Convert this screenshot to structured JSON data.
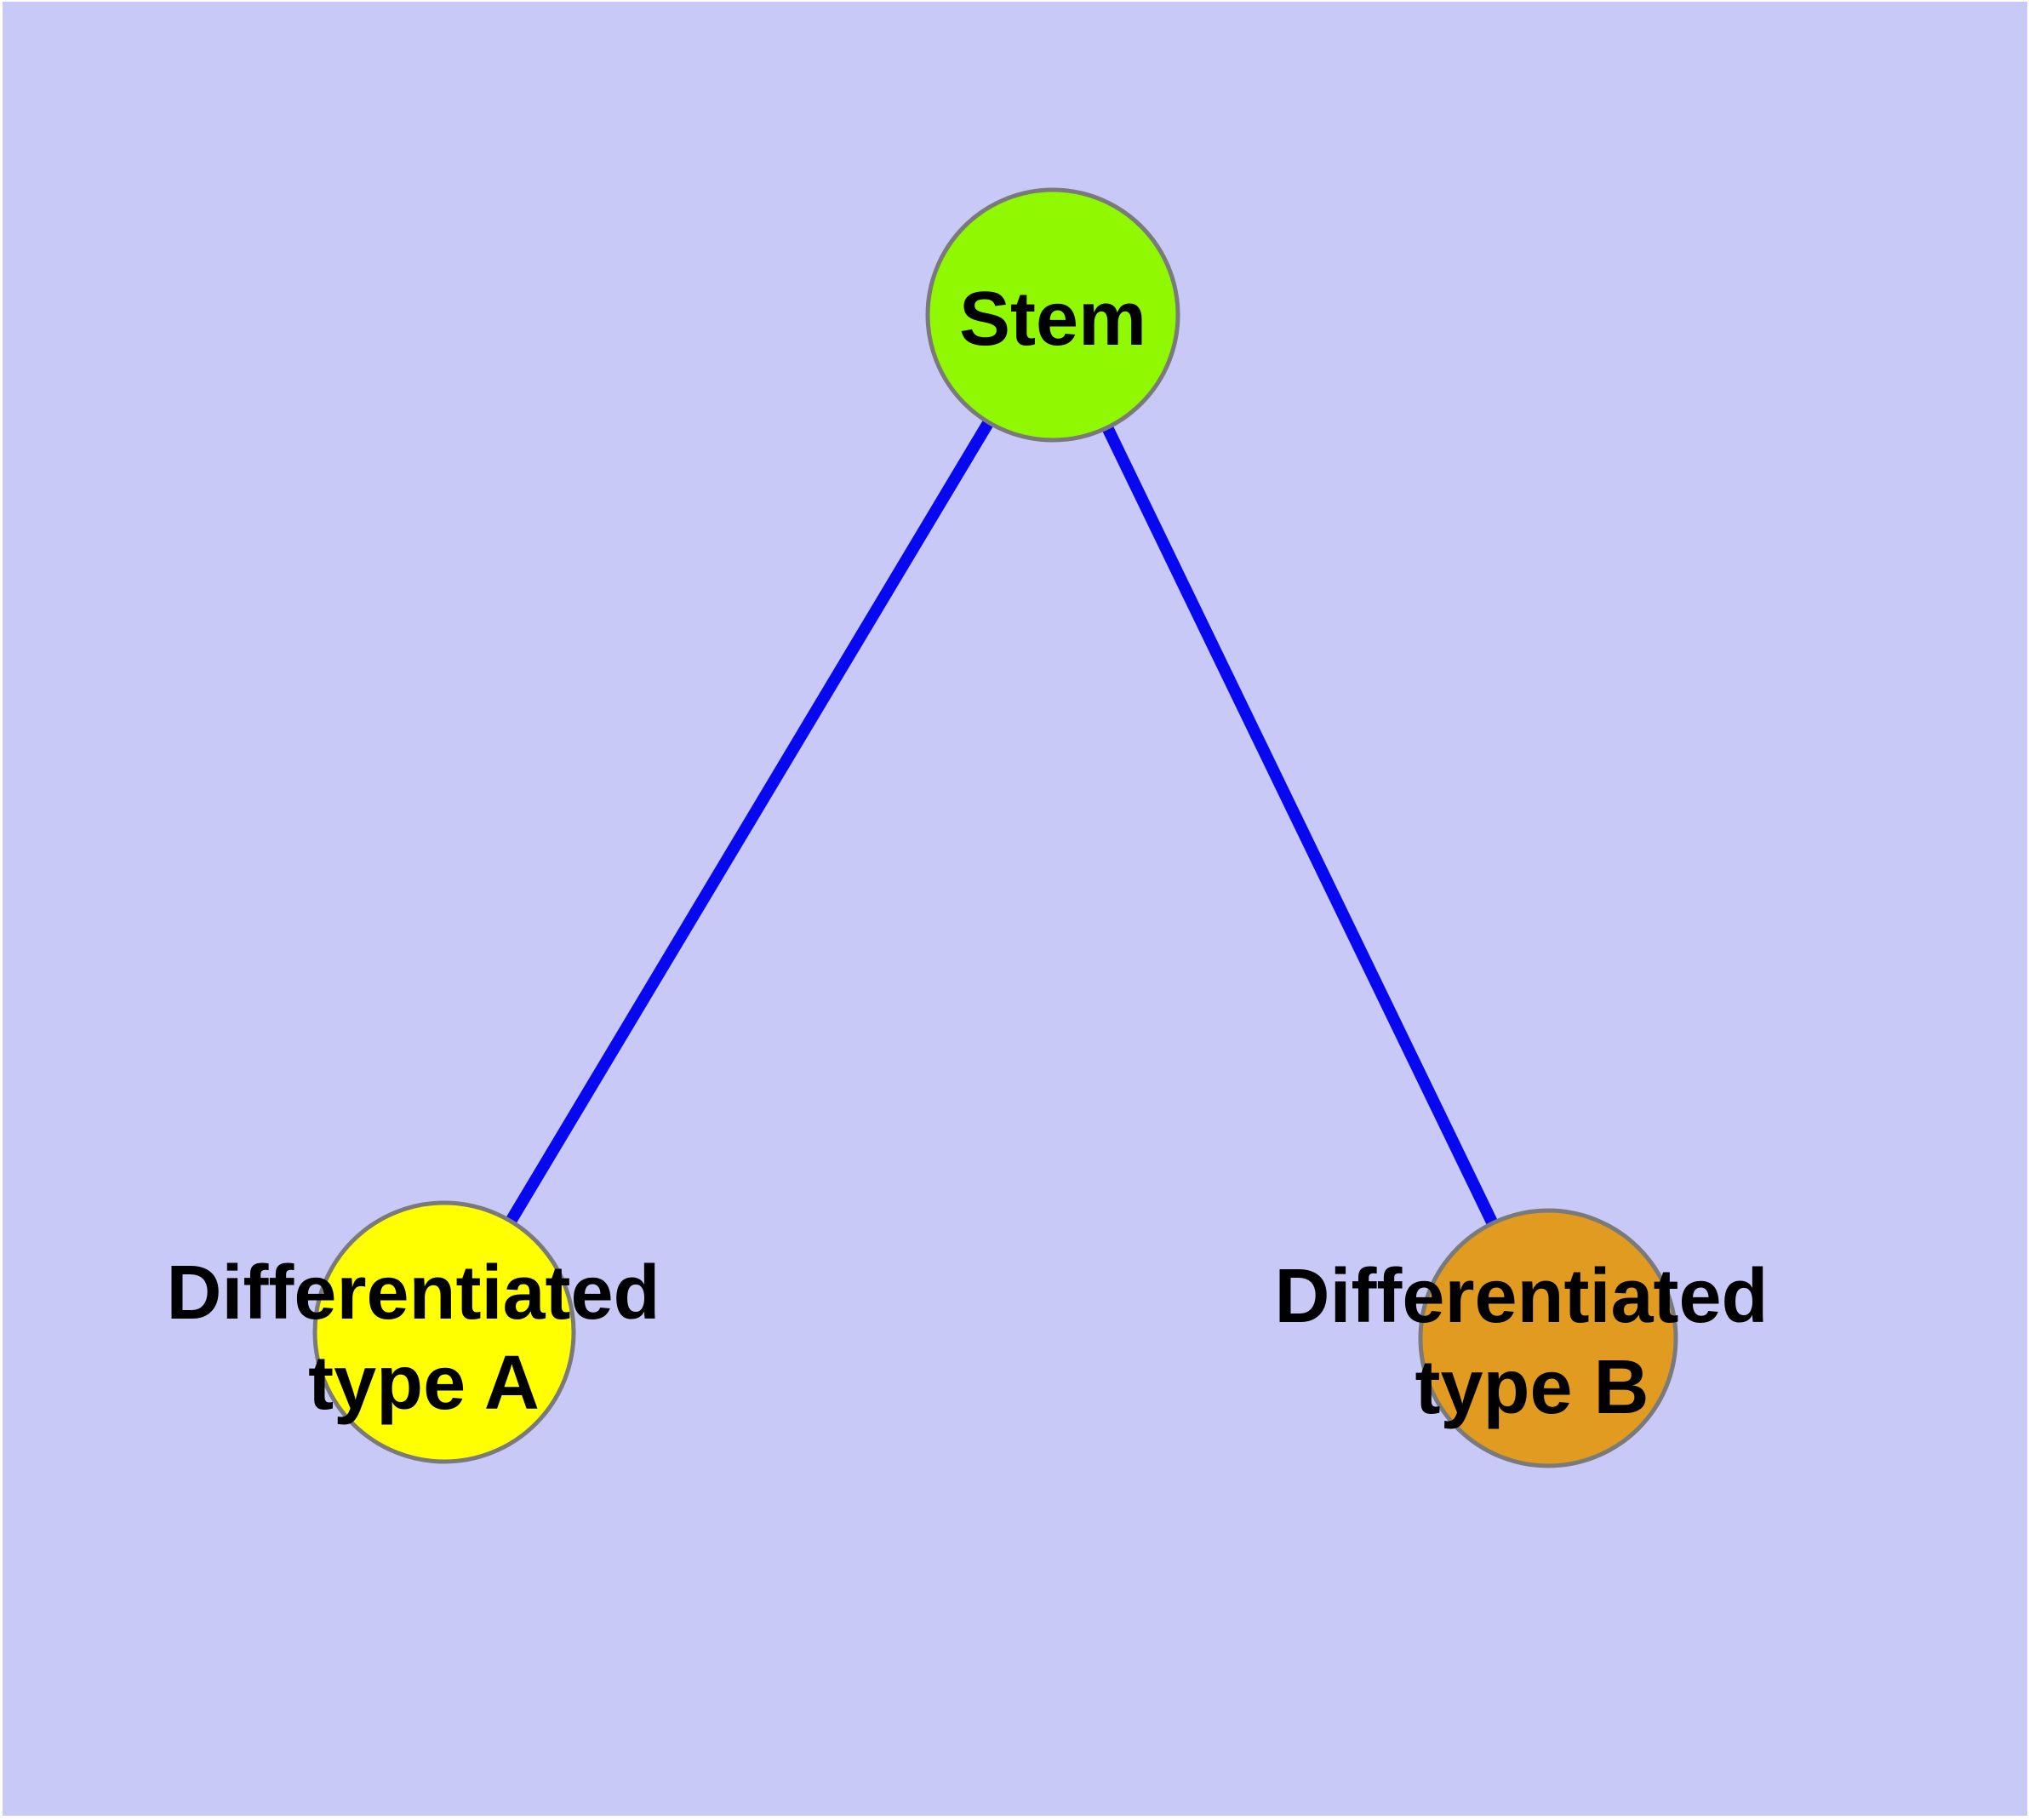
{
  "figure": {
    "background_color": "#ffffff",
    "panel_color": "#c9c9f8"
  },
  "label_color": "#000000",
  "nodes": {
    "stem": {
      "label": "Stem",
      "fill": "#90f800",
      "border_color": "#7a7a7a"
    },
    "typeA": {
      "label_line1": "Differentiated",
      "label_line2": "type A",
      "fill": "#ffff00",
      "border_color": "#7a7a7a"
    },
    "typeB": {
      "label_line1": "Differentiated",
      "label_line2": "type B",
      "fill": "#e09b20",
      "border_color": "#7a7a7a"
    }
  },
  "edges": {
    "stem_typeA": {
      "from": "Stem",
      "to": "Differentiated type A",
      "color": "#0808f0"
    },
    "stem_typeB": {
      "from": "Stem",
      "to": "Differentiated type B",
      "color": "#0808f0"
    }
  }
}
